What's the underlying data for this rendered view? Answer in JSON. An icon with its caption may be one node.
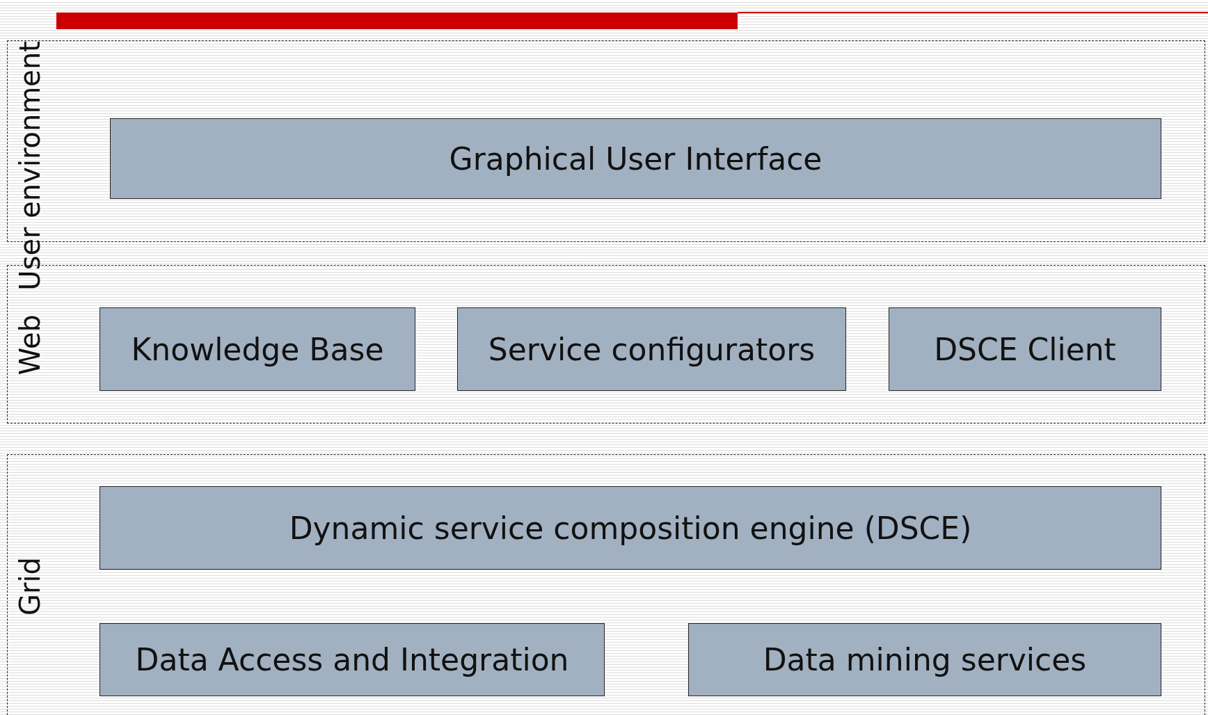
{
  "diagram": {
    "nodes": [
      {
        "text": [
          "User environment"
        ]
      },
      {
        "text": [
          "Graphical User Interface"
        ],
        "in": 0
      },
      {
        "text": [
          "Web"
        ]
      },
      {
        "text": [
          "Knowledge Base"
        ],
        "in": 2
      },
      {
        "text": [
          "Service configurators"
        ],
        "in": 2
      },
      {
        "text": [
          "DSCE Client"
        ],
        "in": 2
      },
      {
        "text": [
          "Grid"
        ]
      },
      {
        "text": [
          "Dynamic service composition engine (DSCE)"
        ],
        "in": 6
      },
      {
        "text": [
          "Data Access and Integration"
        ],
        "in": 6
      },
      {
        "text": [
          "Data mining services"
        ],
        "in": 6
      }
    ],
    "edges": []
  }
}
